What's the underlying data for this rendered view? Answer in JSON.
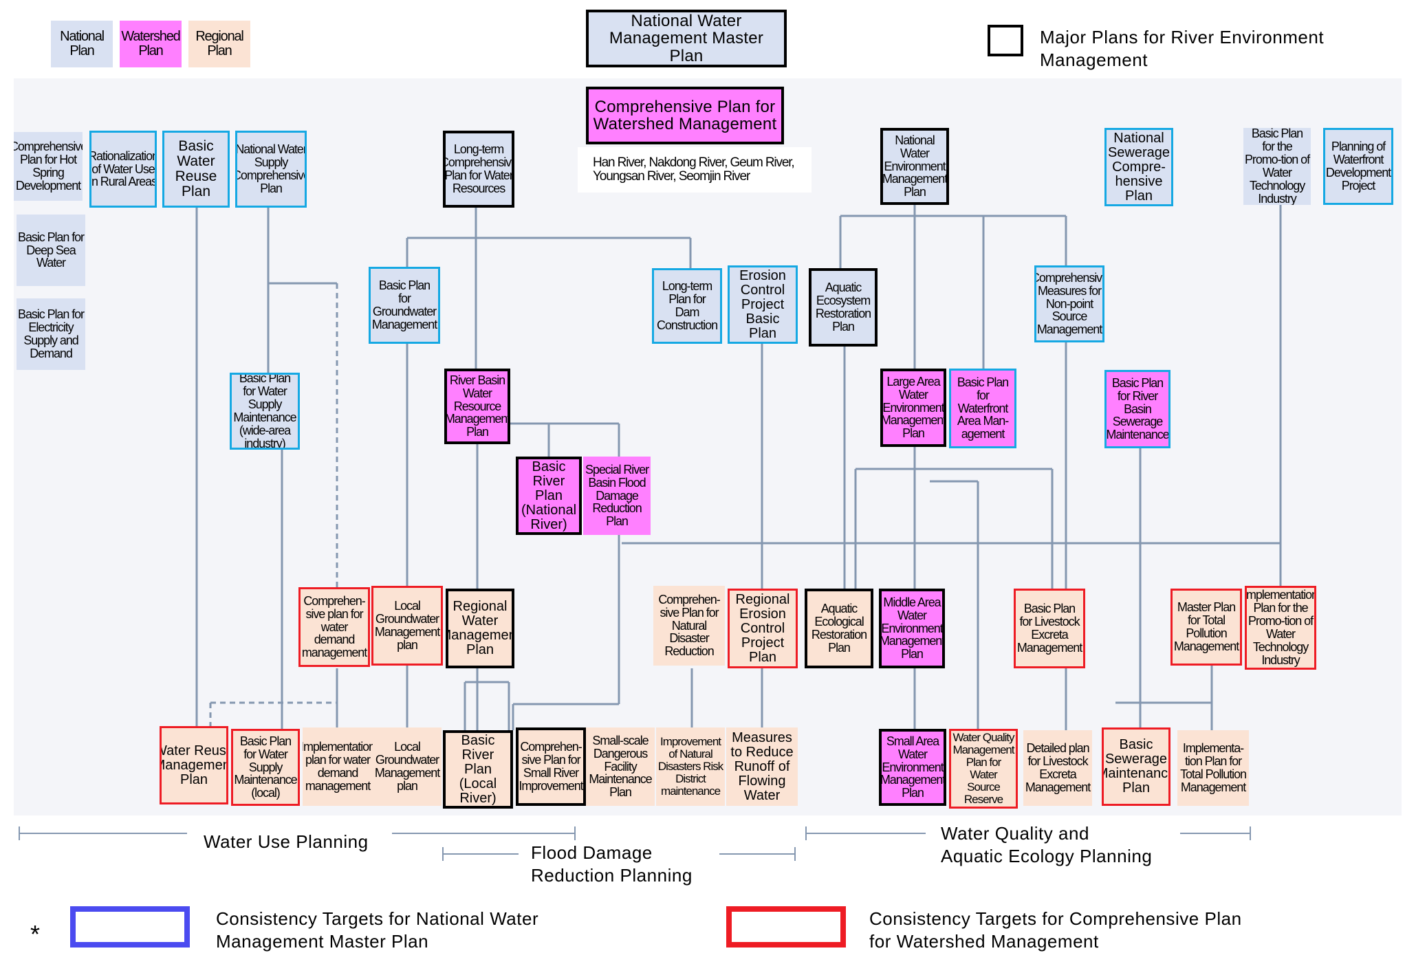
{
  "legend": {
    "national": "National Plan",
    "watershed": "Watershed Plan",
    "regional": "Regional Plan",
    "major": "Major Plans for River Environment\nManagement"
  },
  "sections": {
    "water_use": "Water Use Planning",
    "flood": "Flood Damage\nReduction Planning",
    "quality": "Water Quality and\nAquatic Ecology Planning"
  },
  "footer": {
    "star": "*",
    "blue": "Consistency Targets for National Water\nManagement Master Plan",
    "red": "Consistency Targets for Comprehensive Plan\nfor Watershed Management"
  },
  "colors": {
    "national": "#d9e1f2",
    "watershed": "#ff80ff",
    "regional": "#fbe3d4",
    "blue_border": "#15a8e3",
    "red_border": "#ee1c24",
    "connector": "#8497b0"
  },
  "plans": {
    "master": "National Water\nManagement Master Plan",
    "watershed_comp": "Comprehensive Plan for\nWatershed Management",
    "rivers_note": "Han River, Nakdong River, Geum River,\nYoungsan River, Seomjin River",
    "hot_spring": "Comprehensive Plan for Hot Spring Development",
    "deep_sea": "Basic Plan for Deep Sea Water",
    "electricity": "Basic Plan for Electricity Supply and Demand",
    "rural": "Rationalization of Water Use in Rural Areas",
    "reuse_basic": "Basic Water Reuse Plan",
    "supply_comp": "National Water Supply Comprehensive Plan",
    "supply_wide": "Basic Plan for Water Supply Maintenance (wide-area industry)",
    "longterm_res": "Long-term Comprehensive Plan for Water Resources",
    "groundwater_basic": "Basic Plan for Groundwater Management",
    "river_basin_res": "River Basin Water Resource Management Plan",
    "basic_river_nat": "Basic River Plan (National River)",
    "special_flood": "Special River Basin Flood Damage Reduction Plan",
    "dam": "Long-term Plan for Dam Construction",
    "erosion_basic": "Erosion Control Project Basic Plan",
    "aquatic_basic": "Aquatic Ecosystem Restoration Plan",
    "env_mgmt": "National Water Environment Management Plan",
    "large_area": "Large Area Water Environment Management Plan",
    "waterfront_area": "Basic Plan for Waterfront Area Man-agement",
    "nonpoint": "Comprehensive Measures for Non-point Source Management",
    "sewerage_comp": "National Sewerage Compre-hensive Plan",
    "basin_sewerage": "Basic Plan for River Basin Sewerage Maintenance",
    "promotion_basic": "Basic Plan for the Promo-tion of Water Technology Industry",
    "waterfront_dev": "Planning of Waterfront Development Project",
    "demand_comp": "Comprehen-sive plan for water demand management",
    "local_gw_plan": "Local Groundwater Management plan",
    "regional_water": "Regional Water Management Plan",
    "natural_disaster": "Comprehen-sive Plan for Natural Disaster Reduction",
    "regional_erosion": "Regional Erosion Control Project Plan",
    "aquatic_regional": "Aquatic Ecological Restoration Plan",
    "middle_area": "Middle Area Water Environment Management Plan",
    "livestock_basic": "Basic Plan for Livestock Excreta Management",
    "total_pollution_master": "Master Plan for Total Pollution Management",
    "promotion_impl": "Implementation Plan for the Promo-tion of Water Technology Industry",
    "reuse_mgmt": "Water Reuse Management Plan",
    "supply_local": "Basic Plan for Water Supply Maintenance (local)",
    "demand_impl": "Implementation plan for water demand management",
    "local_gw_mgmt": "Local Groundwater Management plan",
    "basic_river_local": "Basic River Plan (Local River)",
    "small_river": "Comprehen-sive Plan for Small River Improvement",
    "small_facility": "Small-scale Dangerous Facility Maintenance Plan",
    "natural_risk": "Improvement of Natural Disasters Risk District maintenance",
    "runoff": "Measures to Reduce Runoff of Flowing Water",
    "small_area": "Small Area Water Environment Management Plan",
    "quality_reserve": "Water Quality Management Plan for Water Source Reserve",
    "livestock_detail": "Detailed plan for Livestock Excreta Management",
    "sewerage_maint": "Basic Sewerage Maintenance Plan",
    "total_pollution_impl": "Implementa-tion Plan for Total Pollution Management"
  }
}
